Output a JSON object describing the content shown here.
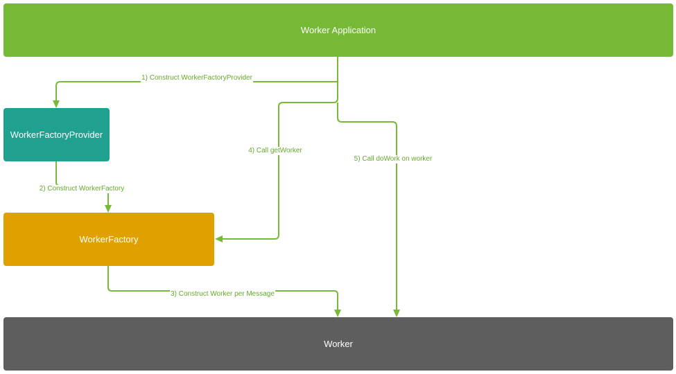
{
  "colors": {
    "app": "#76b936",
    "provider": "#20a08e",
    "factory": "#e0a100",
    "worker": "#5e5e5e",
    "connector": "#76b936",
    "label_text": "#65a82a"
  },
  "nodes": {
    "app": "Worker Application",
    "provider": "WorkerFactoryProvider",
    "factory": "WorkerFactory",
    "worker": "Worker"
  },
  "edges": {
    "e1": "1) Construct WorkerFactoryProvider",
    "e2": "2) Construct WorkerFactory",
    "e3": "3) Construct Worker per Message",
    "e4": "4) Call getWorker",
    "e5": "5) Call doWork on worker"
  }
}
